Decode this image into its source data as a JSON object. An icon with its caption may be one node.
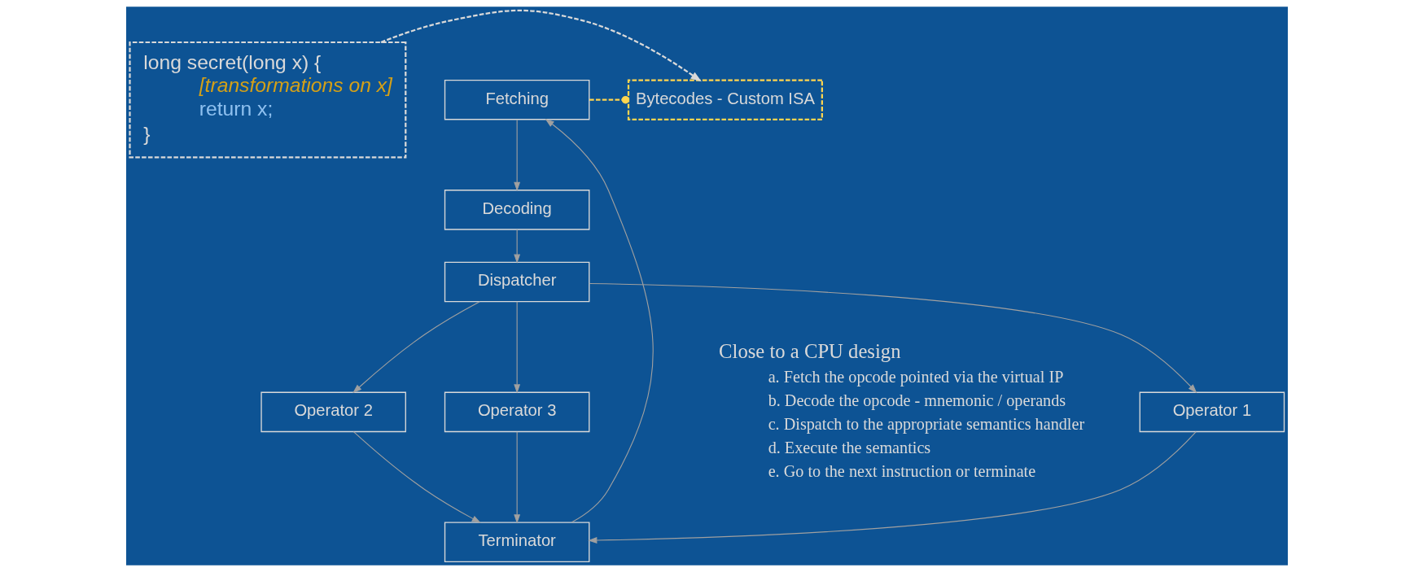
{
  "diagram": {
    "nodes": [
      {
        "text": [
          "long secret(long x) {",
          "[transformations on x]",
          "return x;",
          "}"
        ]
      },
      {
        "text": [
          "Bytecodes - Custom ISA"
        ]
      },
      {
        "text": [
          "Fetching"
        ]
      },
      {
        "text": [
          "Decoding"
        ]
      },
      {
        "text": [
          "Dispatcher"
        ]
      },
      {
        "text": [
          "Operator 1"
        ]
      },
      {
        "text": [
          "Operator 2"
        ]
      },
      {
        "text": [
          "Operator 3"
        ]
      },
      {
        "text": [
          "Terminator"
        ]
      }
    ],
    "edges": [
      {
        "from": 0,
        "to": 1,
        "arrow": "to",
        "style": "dashed",
        "color": "#d9d9d9"
      },
      {
        "from": 2,
        "to": 1,
        "arrow": "other",
        "style": "dashed",
        "color": "#ffd54f"
      },
      {
        "from": 2,
        "to": 3,
        "arrow": "to"
      },
      {
        "from": 3,
        "to": 4,
        "arrow": "to"
      },
      {
        "from": 4,
        "to": 5,
        "arrow": "to"
      },
      {
        "from": 4,
        "to": 6,
        "arrow": "to"
      },
      {
        "from": 4,
        "to": 7,
        "arrow": "to"
      },
      {
        "from": 5,
        "to": 8,
        "arrow": "to"
      },
      {
        "from": 6,
        "to": 8,
        "arrow": "to"
      },
      {
        "from": 7,
        "to": 8,
        "arrow": "to"
      },
      {
        "from": 8,
        "to": 2,
        "arrow": "to"
      }
    ],
    "labels": [
      "Close to a CPU design",
      "a. Fetch the opcode pointed via the virtual IP",
      "b. Decode the opcode - mnemonic / operands",
      "c. Dispatch to the appropriate semantics handler",
      "d. Execute the semantics",
      "e. Go to the next instruction or terminate"
    ]
  }
}
